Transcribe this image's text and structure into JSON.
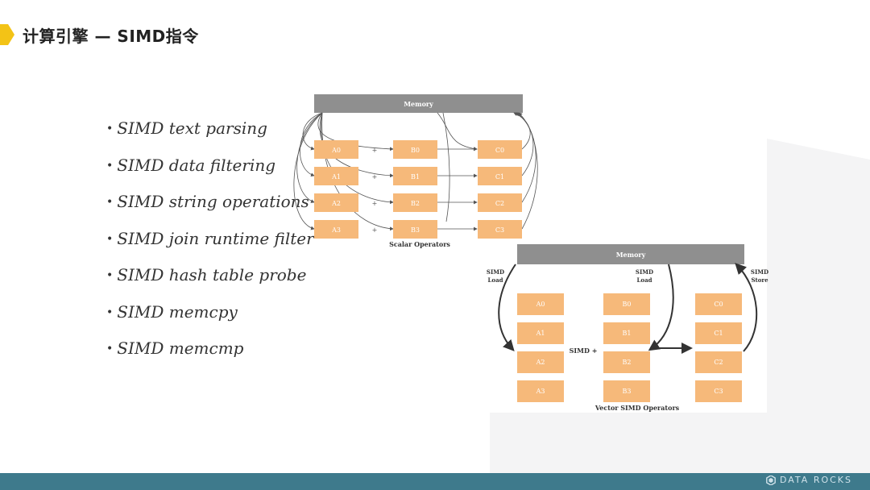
{
  "slide": {
    "title": "计算引擎 — SIMD指令",
    "accent_color": "#f3c316",
    "footer_color": "#3e7a8c",
    "brand": "DATA ROCKS"
  },
  "bullets": [
    "SIMD text parsing",
    "SIMD data filtering",
    "SIMD string operations",
    "SIMD join runtime filter",
    "SIMD hash table probe",
    "SIMD memcpy",
    "SIMD memcmp"
  ],
  "scalar_diagram": {
    "memory_label": "Memory",
    "caption": "Scalar Operators",
    "plus_sign": "+",
    "col_a": [
      "A0",
      "A1",
      "A2",
      "A3"
    ],
    "col_b": [
      "B0",
      "B1",
      "B2",
      "B3"
    ],
    "col_c": [
      "C0",
      "C1",
      "C2",
      "C3"
    ]
  },
  "vector_diagram": {
    "memory_label": "Memory",
    "caption": "Vector SIMD Operators",
    "load_left_1": "SIMD",
    "load_left_2": "Load",
    "load_mid_1": "SIMD",
    "load_mid_2": "Load",
    "store_1": "SIMD",
    "store_2": "Store",
    "op_label": "SIMD +",
    "col_a": [
      "A0",
      "A1",
      "A2",
      "A3"
    ],
    "col_b": [
      "B0",
      "B1",
      "B2",
      "B3"
    ],
    "col_c": [
      "C0",
      "C1",
      "C2",
      "C3"
    ]
  },
  "colors": {
    "box_fill": "#f6b97a",
    "memory_fill": "#8f8f8f"
  }
}
